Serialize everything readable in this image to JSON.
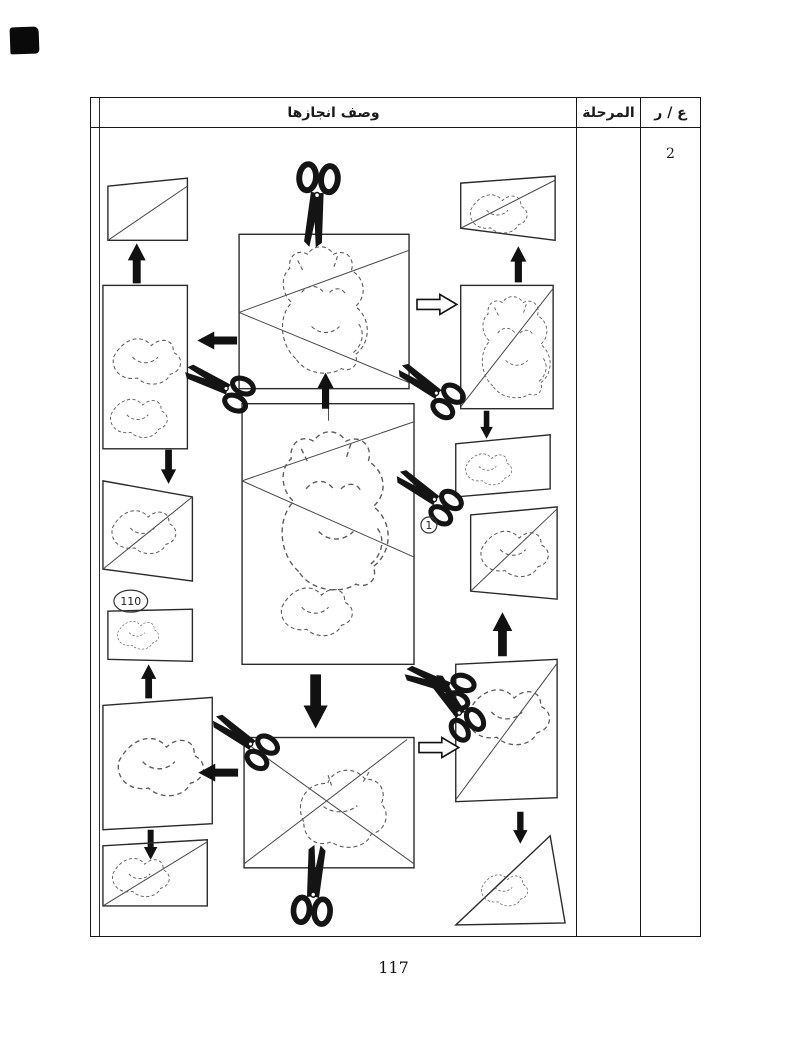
{
  "page": {
    "number": "117"
  },
  "table": {
    "header": {
      "description_label": "وصف انجازها",
      "stage_label": "المرحلة",
      "number_label": "ع / ر"
    },
    "row": {
      "number_value": "2"
    }
  },
  "diagram": {
    "label_110": "110",
    "label_1": "1"
  },
  "colors": {
    "ink": "#1a1a1a",
    "sketch": "#5a5a5a",
    "paper": "#ffffff"
  },
  "icons": {
    "scissors": "scissors-icon",
    "arrow_solid": "solid-arrow-icon",
    "arrow_outline": "outline-arrow-icon"
  }
}
